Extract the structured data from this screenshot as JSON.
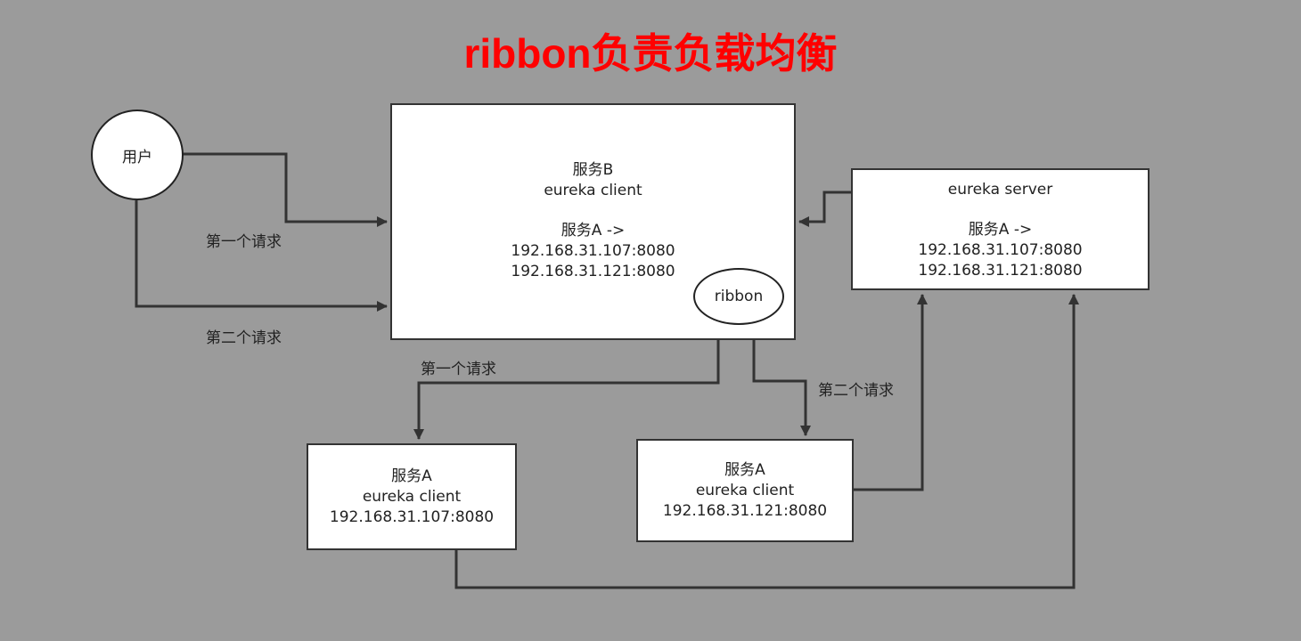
{
  "title": "ribbon负责负载均衡",
  "nodes": {
    "user": {
      "label": "用户"
    },
    "service_b": {
      "line1": "服务B",
      "line2": "eureka client",
      "line3": "服务A ->",
      "line4": "192.168.31.107:8080",
      "line5": "192.168.31.121:8080"
    },
    "ribbon": {
      "label": "ribbon"
    },
    "eureka_server": {
      "line1": "eureka server",
      "line2": "服务A ->",
      "line3": "192.168.31.107:8080",
      "line4": "192.168.31.121:8080"
    },
    "service_a_107": {
      "line1": "服务A",
      "line2": "eureka client",
      "line3": "192.168.31.107:8080"
    },
    "service_a_121": {
      "line1": "服务A",
      "line2": "eureka client",
      "line3": "192.168.31.121:8080"
    }
  },
  "edge_labels": {
    "user_first": "第一个请求",
    "user_second": "第二个请求",
    "ribbon_first": "第一个请求",
    "ribbon_second": "第二个请求"
  },
  "colors": {
    "title": "#ff0000",
    "background": "#9b9b9b",
    "edge": "#333333"
  }
}
